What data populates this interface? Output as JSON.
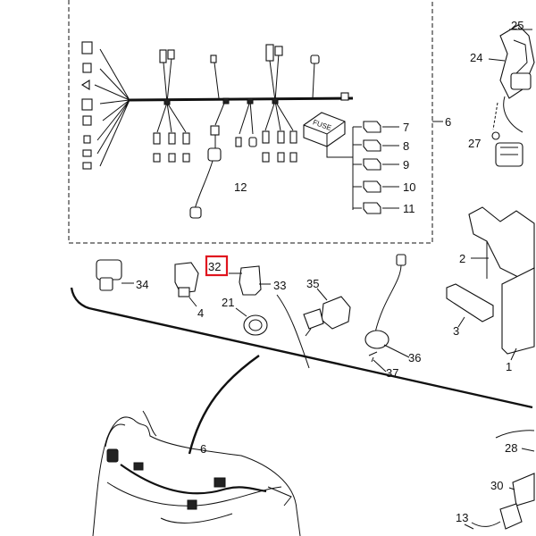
{
  "diagram": {
    "fuse_label": "FUSE",
    "highlight_color": "#e0141e",
    "callouts": {
      "c25": "25",
      "c24": "24",
      "c27": "27",
      "c6": "6",
      "c2": "2",
      "c7": "7",
      "c8": "8",
      "c9": "9",
      "c10": "10",
      "c11": "11",
      "c12": "12",
      "c34": "34",
      "c4": "4",
      "c32": "32",
      "c33": "33",
      "c35": "35",
      "c21": "21",
      "c36": "36",
      "c37": "37",
      "c3": "3",
      "c1": "1",
      "c6b": "6",
      "c28": "28",
      "c30": "30",
      "c13": "13"
    }
  }
}
